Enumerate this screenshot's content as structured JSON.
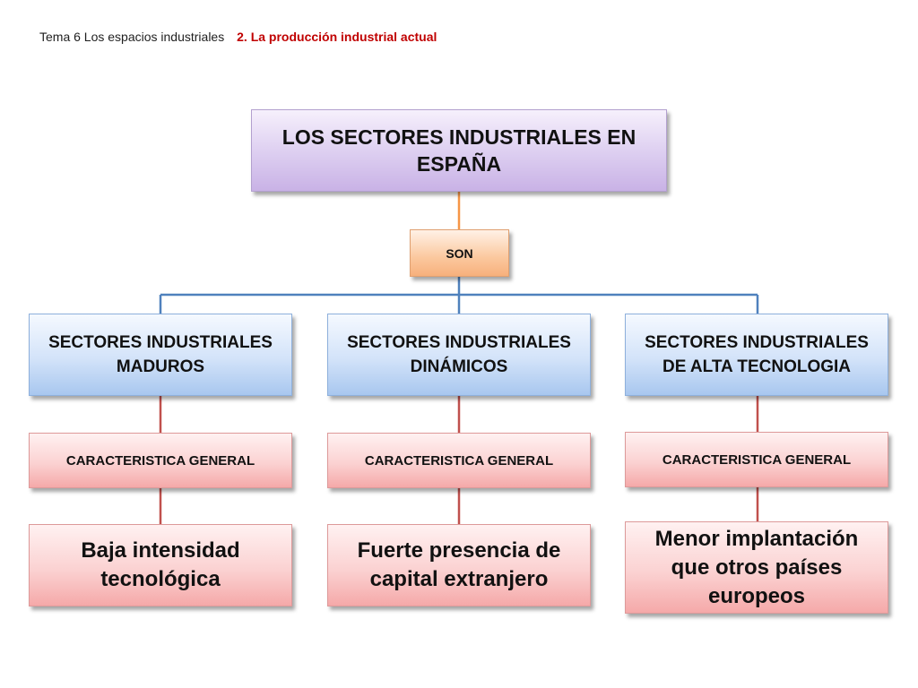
{
  "header": {
    "topic": "Tema 6 Los espacios industriales",
    "subtopic": "2. La producción industrial actual"
  },
  "diagram": {
    "root": {
      "line1": "LOS SECTORES INDUSTRIALES EN",
      "line2": "ESPAÑA"
    },
    "connector": "SON",
    "branches": [
      {
        "sector": {
          "line1": "SECTORES INDUSTRIALES",
          "line2": "MADUROS"
        },
        "characteristic": "CARACTERISTICA GENERAL",
        "detail": {
          "line1": "Baja intensidad",
          "line2": "tecnológica"
        }
      },
      {
        "sector": {
          "line1": "SECTORES INDUSTRIALES",
          "line2": "DINÁMICOS"
        },
        "characteristic": "CARACTERISTICA GENERAL",
        "detail": {
          "line1": "Fuerte presencia de",
          "line2": "capital extranjero"
        }
      },
      {
        "sector": {
          "line1": "SECTORES INDUSTRIALES",
          "line2": "DE ALTA TECNOLOGIA"
        },
        "characteristic": "CARACTERISTICA GENERAL",
        "detail": {
          "line1": "Menor implantación",
          "line2": "que otros países",
          "line3": "europeos"
        }
      }
    ]
  },
  "colors": {
    "subtopic": "#c00000",
    "root_fill": "#dccdf0",
    "son_fill": "#fbc89e",
    "sector_fill": "#d3e3f9",
    "characteristic_fill": "#fbd2d2",
    "orange_line": "#f79646",
    "blue_line": "#4f81bd",
    "red_line": "#c0504d"
  }
}
